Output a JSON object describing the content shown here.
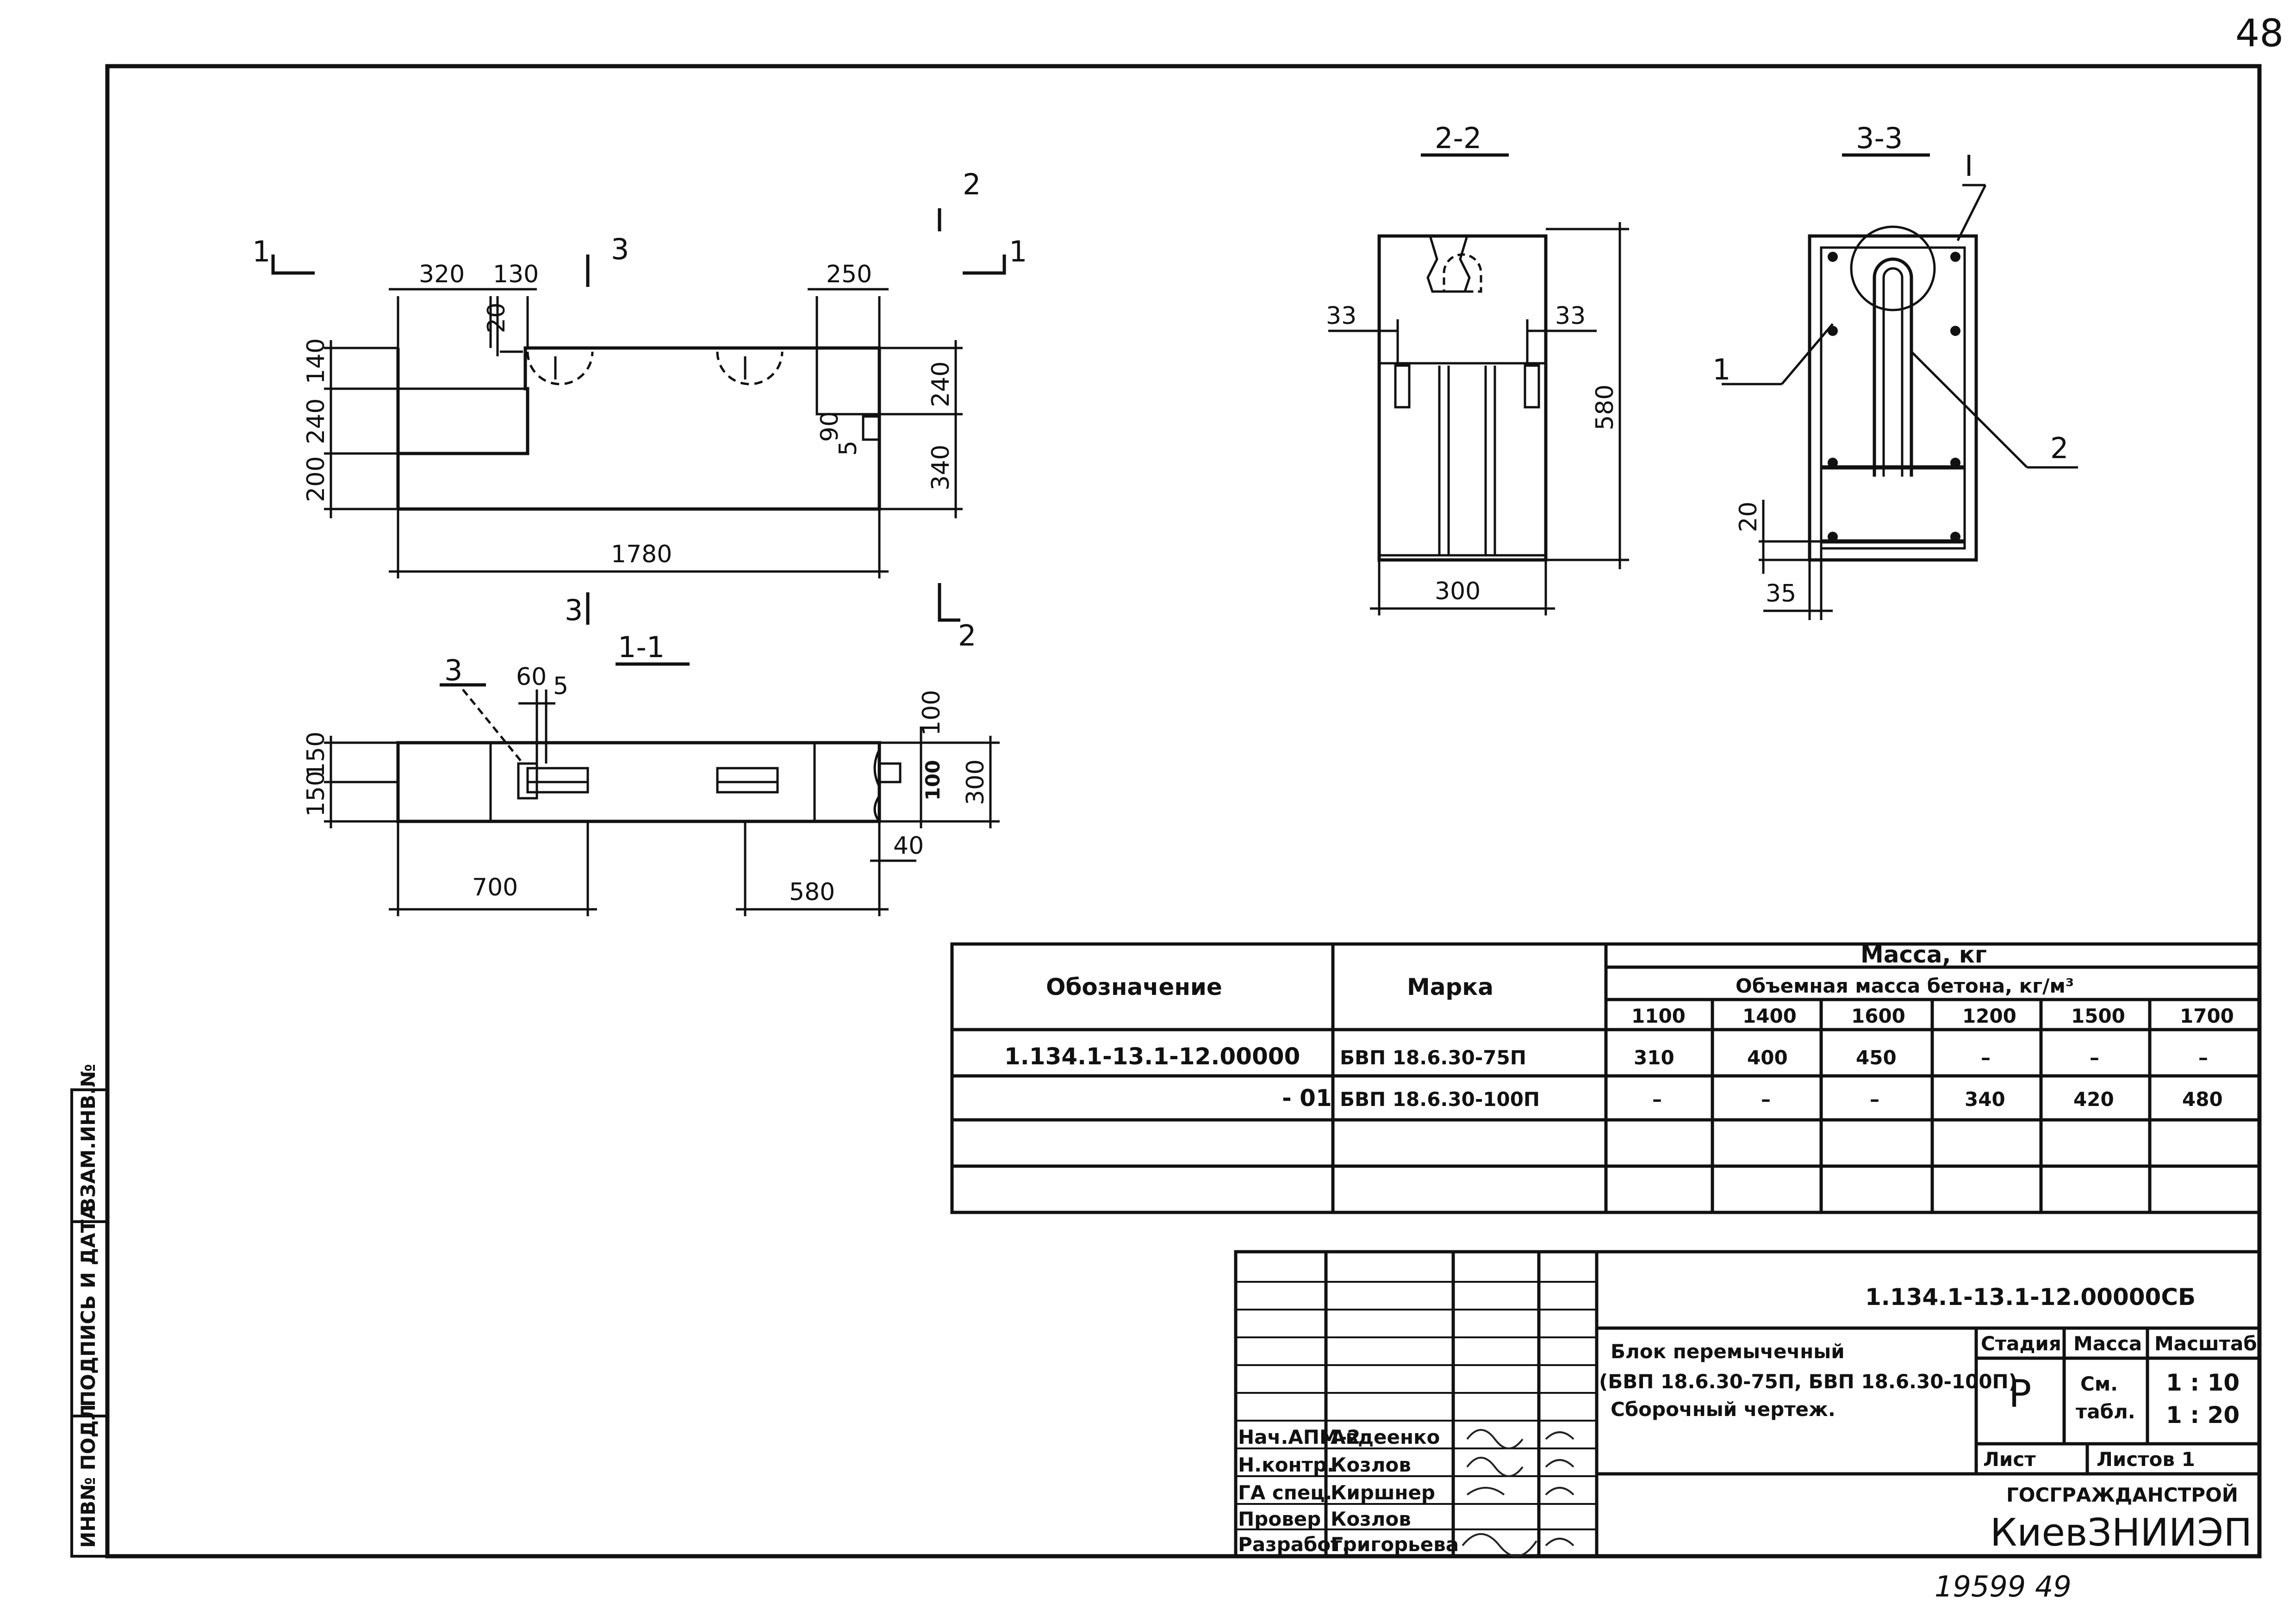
{
  "page_number": "48",
  "bottom_note": "19599  49",
  "margin_stamp": {
    "vzam_inv": "ВЗАМ.ИНВ.№",
    "podpis_data": "ПОДПИСЬ И ДАТА",
    "inv_podl": "ИНВ№ ПОДЛ"
  },
  "plan_view": {
    "dims_top": [
      "320",
      "130",
      "250"
    ],
    "dim_20": "20",
    "dims_left": [
      "140",
      "240",
      "200"
    ],
    "dims_right": [
      "240",
      "340"
    ],
    "dim_90": "90",
    "dim_5": "5",
    "dim_total": "1780",
    "cut_1": "1",
    "cut_2": "2",
    "cut_3": "3"
  },
  "section_1_1": {
    "title": "1-1",
    "callout": "3",
    "dim_60": "60",
    "dim_5": "5",
    "dims_left": [
      "150",
      "150"
    ],
    "dim_100_top": "100",
    "dim_100_inner": "100",
    "dim_300": "300",
    "dim_40": "40",
    "dim_700": "700",
    "dim_580": "580"
  },
  "section_2_2": {
    "title": "2-2",
    "dim_left": "33",
    "dim_right": "33",
    "dim_height": "580",
    "dim_width": "300"
  },
  "section_3_3": {
    "title": "3-3",
    "detail": "I",
    "callout_1": "1",
    "callout_2": "2",
    "dim_20": "20",
    "dim_35": "35"
  },
  "mass_table": {
    "col_designation": "Обозначение",
    "col_mark": "Марка",
    "header_mass": "Масса, кг",
    "header_density": "Объемная масса бетона, кг/м³",
    "density_values": [
      "1100",
      "1400",
      "1600",
      "1200",
      "1500",
      "1700"
    ],
    "rows": [
      {
        "designation": "1.134.1-13.1-12.00000",
        "mark": "БВП 18.6.30-75П",
        "values": [
          "310",
          "400",
          "450",
          "–",
          "–",
          "–"
        ]
      },
      {
        "designation": "- 01",
        "mark": "БВП 18.6.30-100П",
        "values": [
          "–",
          "–",
          "–",
          "340",
          "420",
          "480"
        ]
      }
    ]
  },
  "title_block": {
    "doc_code": "1.134.1-13.1-12.00000СБ",
    "title_line1": "Блок перемычечный",
    "title_line2": "(БВП 18.6.30-75П, БВП 18.6.30-100П)",
    "title_line3": "Сборочный чертеж.",
    "stage_label": "Стадия",
    "mass_label": "Масса",
    "scale_label": "Масштаб",
    "stage": "Р",
    "mass_value_1": "См.",
    "mass_value_2": "табл.",
    "scale_1": "1 : 10",
    "scale_2": "1 : 20",
    "sheet_label": "Лист",
    "sheets_label": "Листов 1",
    "org_1": "ГОСГРАЖДАНСТРОЙ",
    "org_2": "КиевЗНИИЭП",
    "signatures": [
      {
        "role": "Нач.АПМ-2",
        "name": "Авдеенко"
      },
      {
        "role": "Н.контр.",
        "name": "Козлов"
      },
      {
        "role": "ГА спец.",
        "name": "Киршнер"
      },
      {
        "role": "Провер",
        "name": "Козлов"
      },
      {
        "role": "Разработ.",
        "name": "Григорьева"
      }
    ]
  }
}
